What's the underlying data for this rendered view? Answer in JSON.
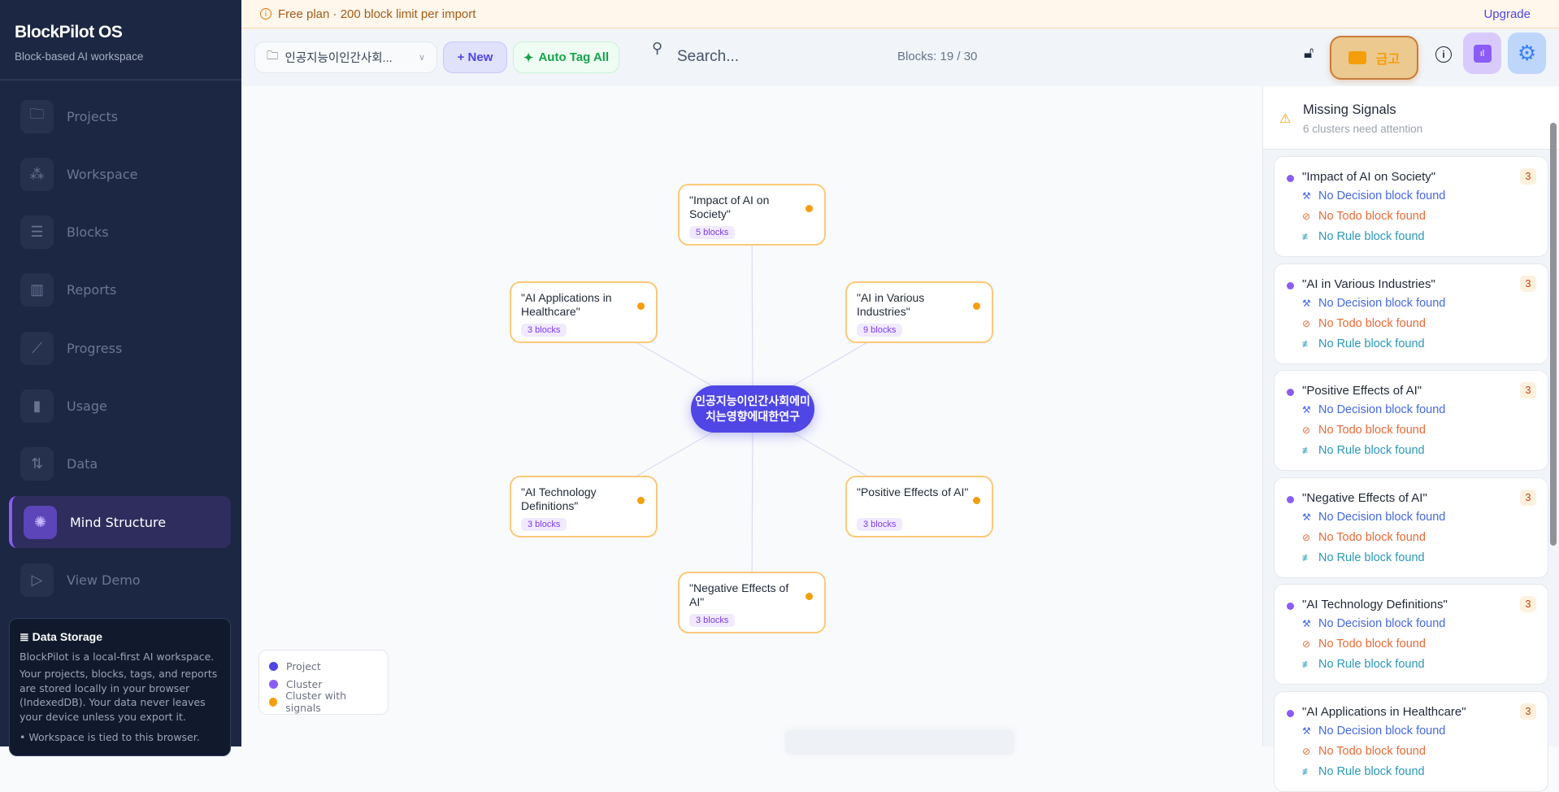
{
  "sidebar": {
    "brand": "BlockPilot OS",
    "subtitle": "Block-based AI workspace",
    "items": [
      {
        "label": "Projects",
        "icon": "folder-icon",
        "glyph": "🗀"
      },
      {
        "label": "Workspace",
        "icon": "nodes-icon",
        "glyph": "⁂"
      },
      {
        "label": "Blocks",
        "icon": "blocks-icon",
        "glyph": "☰"
      },
      {
        "label": "Reports",
        "icon": "report-icon",
        "glyph": "▥"
      },
      {
        "label": "Progress",
        "icon": "trend-icon",
        "glyph": "⟋"
      },
      {
        "label": "Usage",
        "icon": "bar-chart-icon",
        "glyph": "▮"
      },
      {
        "label": "Data",
        "icon": "arrows-updown-icon",
        "glyph": "⇅"
      },
      {
        "label": "Mind Structure",
        "icon": "mind-map-icon",
        "glyph": "✺",
        "active": true
      },
      {
        "label": "View Demo",
        "icon": "play-icon",
        "glyph": "▷"
      }
    ],
    "storage": {
      "title": "Data Storage",
      "p1": "BlockPilot is a local-first AI workspace.",
      "p2": "Your projects, blocks, tags, and reports are stored locally in your browser (IndexedDB). Your data never leaves your device unless you export it.",
      "p3": "• Workspace is tied to this browser."
    }
  },
  "banner": {
    "text": "Free plan · 200 block limit per import",
    "upgrade": "Upgrade"
  },
  "toolbar": {
    "project": "인공지능이인간사회...",
    "new_label": "+ New",
    "auto_tag_label": "Auto Tag All",
    "search_placeholder": "Search...",
    "blocks_count": "Blocks: 19 / 30",
    "vault_label": "금고"
  },
  "mindmap": {
    "center": "인공지능이인간사회에미치는영향에대한연구",
    "nodes": [
      {
        "title": "\"Impact of AI on Society\"",
        "count": "5 blocks"
      },
      {
        "title": "\"AI Applications in Healthcare\"",
        "count": "3 blocks"
      },
      {
        "title": "\"AI in Various Industries\"",
        "count": "9 blocks"
      },
      {
        "title": "\"AI Technology Definitions\"",
        "count": "3 blocks"
      },
      {
        "title": "\"Positive Effects of AI\"",
        "count": "3 blocks"
      },
      {
        "title": "\"Negative Effects of AI\"",
        "count": "3 blocks"
      }
    ],
    "legend": [
      {
        "label": "Project",
        "color": "#4f46e5"
      },
      {
        "label": "Cluster",
        "color": "#8b5cf6"
      },
      {
        "label": "Cluster with signals",
        "color": "#f59e0b"
      }
    ]
  },
  "panel": {
    "title": "Missing Signals",
    "subtitle": "6 clusters need attention",
    "cards": [
      {
        "title": "\"Impact of AI on Society\"",
        "count": "3",
        "decision": "No Decision block found",
        "todo": "No Todo block found",
        "rule": "No Rule block found"
      },
      {
        "title": "\"AI in Various Industries\"",
        "count": "3",
        "decision": "No Decision block found",
        "todo": "No Todo block found",
        "rule": "No Rule block found"
      },
      {
        "title": "\"Positive Effects of AI\"",
        "count": "3",
        "decision": "No Decision block found",
        "todo": "No Todo block found",
        "rule": "No Rule block found"
      },
      {
        "title": "\"Negative Effects of AI\"",
        "count": "3",
        "decision": "No Decision block found",
        "todo": "No Todo block found",
        "rule": "No Rule block found"
      },
      {
        "title": "\"AI Technology Definitions\"",
        "count": "3",
        "decision": "No Decision block found",
        "todo": "No Todo block found",
        "rule": "No Rule block found"
      },
      {
        "title": "\"AI Applications in Healthcare\"",
        "count": "3",
        "decision": "No Decision block found",
        "todo": "No Todo block found",
        "rule": "No Rule block found"
      }
    ]
  }
}
